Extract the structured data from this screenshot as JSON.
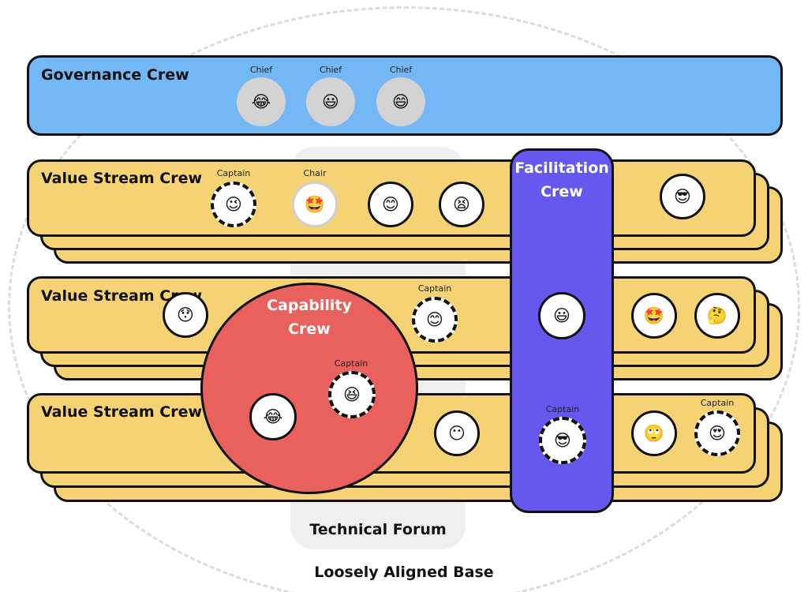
{
  "diagram": {
    "governance": {
      "title": "Governance Crew",
      "members": [
        {
          "role": "Chief",
          "emoji": "😂"
        },
        {
          "role": "Chief",
          "emoji": "😃"
        },
        {
          "role": "Chief",
          "emoji": "😄"
        }
      ]
    },
    "value_streams": [
      {
        "title": "Value Stream Crew",
        "members": [
          {
            "role": "Captain",
            "emoji": "😉"
          },
          {
            "role": "Chair",
            "emoji": "🤩"
          },
          {
            "role": "",
            "emoji": "😊"
          },
          {
            "role": "",
            "emoji": "😫"
          },
          {
            "role": "",
            "emoji": "😎"
          }
        ]
      },
      {
        "title": "Value Stream Crew",
        "members": [
          {
            "role": "",
            "emoji": "😯"
          },
          {
            "role": "Captain",
            "emoji": "😊"
          },
          {
            "role": "",
            "emoji": "🤩"
          },
          {
            "role": "",
            "emoji": "🤔"
          }
        ]
      },
      {
        "title": "Value Stream Crew",
        "members": [
          {
            "role": "",
            "emoji": "😶"
          },
          {
            "role": "",
            "emoji": "🙄"
          },
          {
            "role": "Captain",
            "emoji": "😍"
          }
        ]
      }
    ],
    "facilitation": {
      "title_line1": "Facilitation",
      "title_line2": "Crew",
      "members": [
        {
          "role": "",
          "emoji": "😃"
        },
        {
          "role": "Captain",
          "emoji": "😎"
        }
      ]
    },
    "capability": {
      "title_line1": "Capability",
      "title_line2": "Crew",
      "members": [
        {
          "role": "Captain",
          "emoji": "😆"
        },
        {
          "role": "",
          "emoji": "😂"
        }
      ]
    },
    "technical_forum": {
      "label": "Technical Forum"
    },
    "base": {
      "label": "Loosely Aligned Base"
    }
  }
}
